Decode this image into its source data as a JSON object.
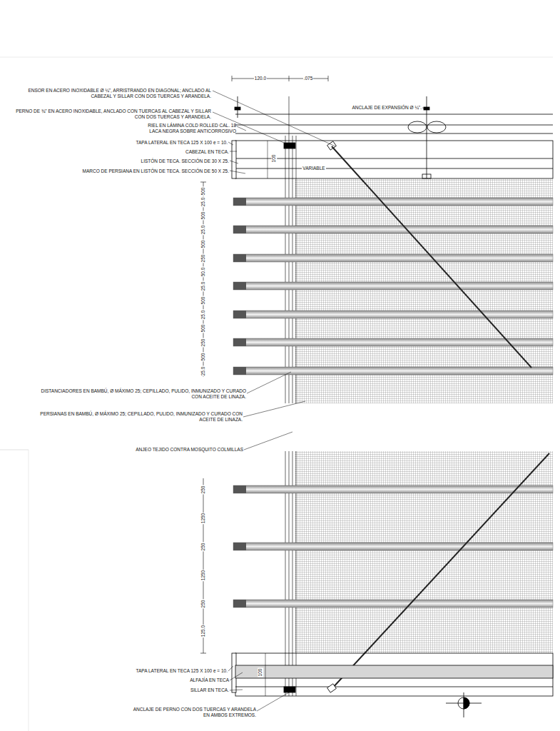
{
  "diagram": {
    "labels": [
      "ENSOR EN ACERO INOXIDABLE Ø ¼\", ARRISTRANDO EN DIAGONAL; ANCLADO AL CABEZAL Y SILLAR CON DOS TUERCAS Y ARANDELA.",
      "PERNO DE ¾\" EN ACERO INOXIDABLE, ANCLADO CON TUERCAS AL CABEZAL Y SILLAR CON DOS TUERCAS Y ARANDELA.",
      "RIEL EN LÁMINA COLD ROLLED CAL. 18 LACA NEGRA SOBRE ANTICORROSIVO",
      "TAPA LATERAL EN TECA 125 X 100 e = 10.",
      "CABEZAL EN TECA.",
      "LISTÓN DE TECA. SECCIÓN DE 30 X 25.",
      "MARCO DE PERSIANA EN LISTÓN DE TECA. SECCIÓN DE 50 X 25.",
      "120.0",
      ".075",
      "ANCLAJE DE EXPANSIÓN Ø ¼\".",
      "100",
      "VARIABLE",
      "500",
      "25.0",
      "500",
      "25.0",
      "500",
      "250",
      "50.0",
      "25.0",
      "500",
      "25.0",
      "500",
      "250",
      "500",
      "25.0",
      "DISTANCIADORES EN BAMBÚ, Ø MÁXIMO 25; CEPILLADO, PULIDO, INMUNIZADO Y CURADO CON ACEITE DE LINAZA.",
      "PERSIANAS EN BAMBÚ, Ø MÁXIMO 25; CEPILLADO, PULIDO, INMUNIZADO Y CURADO CON ACEITE DE LINAZA.",
      "ANJEO TEJIDO CONTRA MOSQUITO COLMILLAS",
      "250",
      "1250",
      "250",
      "1250",
      "250",
      "125.0",
      "TAPA LATERAL EN TECA 125 X 100 e = 10.",
      "ALFAJÍA EN TECA",
      "SILLAR EN TECA.",
      "ANCLAJE DE PERNO CON DOS TUERCAS Y ARANDELA EN AMBOS EXTREMOS.",
      "100"
    ]
  }
}
